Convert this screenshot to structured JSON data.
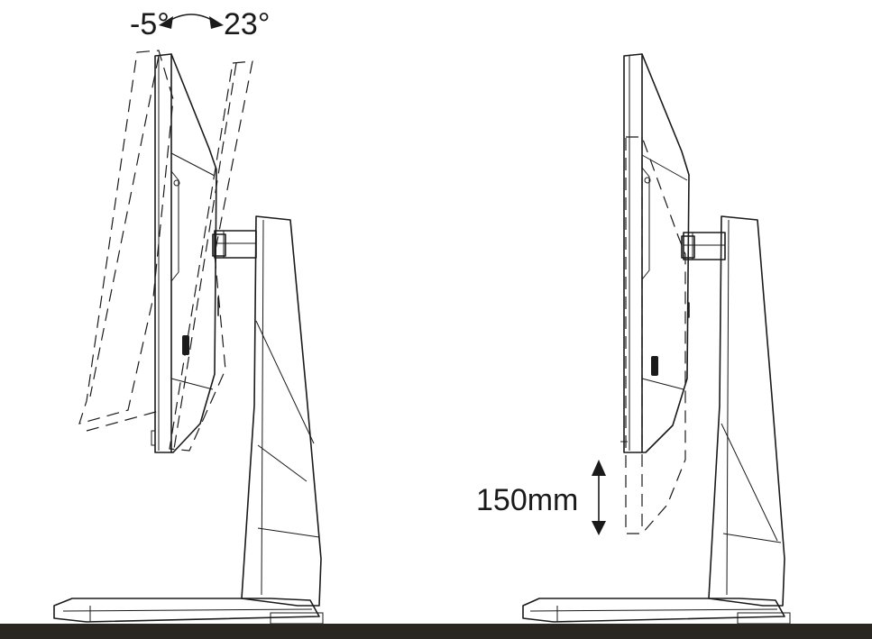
{
  "annotations": {
    "tilt_min": "-5°",
    "tilt_max": "23°",
    "height_range": "150mm"
  },
  "colors": {
    "line": "#1a1a1a",
    "floor": "#2a2622",
    "background": "#ffffff"
  },
  "icons": {
    "tilt_arrow": "double-curved-arrow",
    "height_arrow": "double-vertical-arrow"
  }
}
